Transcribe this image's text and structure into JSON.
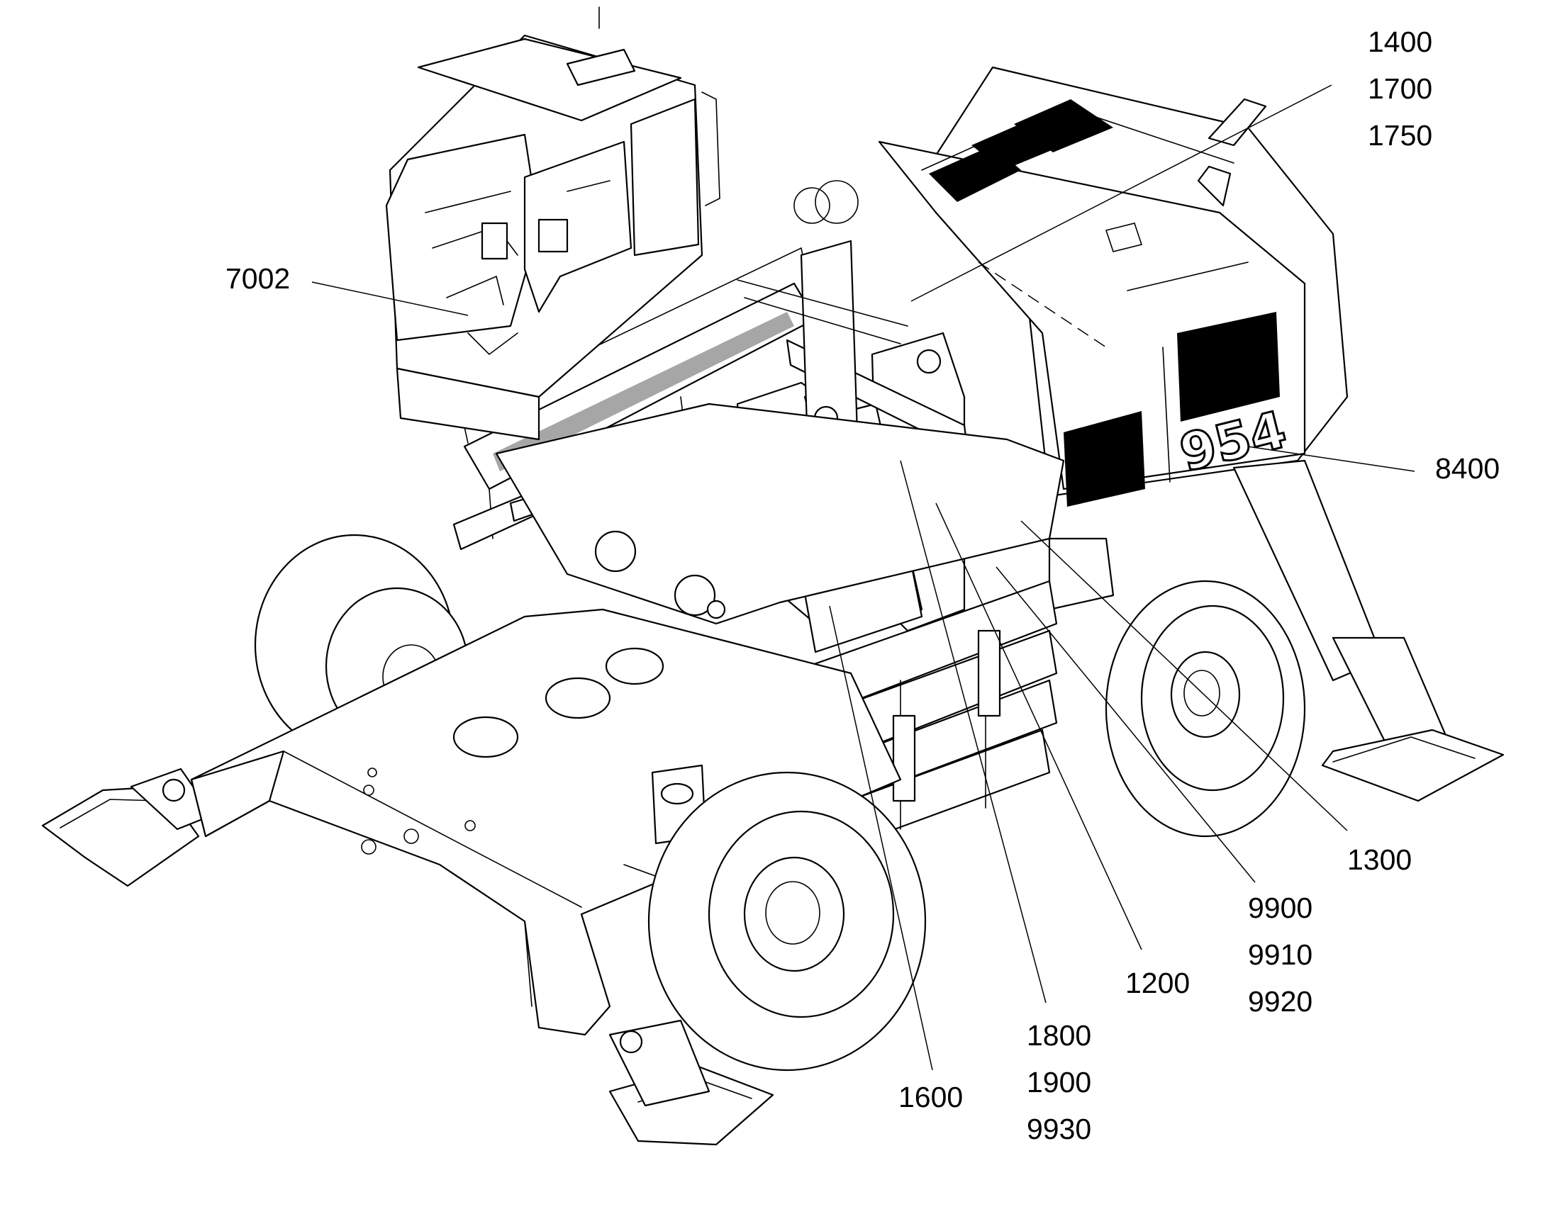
{
  "callouts": [
    {
      "id": "c1",
      "labels": [
        "1400",
        "1700",
        "1750"
      ]
    },
    {
      "id": "c2",
      "labels": [
        "7002"
      ]
    },
    {
      "id": "c3",
      "labels": [
        "8400"
      ]
    },
    {
      "id": "c4",
      "labels": [
        "1300"
      ]
    },
    {
      "id": "c5",
      "labels": [
        "9900",
        "9910",
        "9920"
      ]
    },
    {
      "id": "c6",
      "labels": [
        "1200"
      ]
    },
    {
      "id": "c7",
      "labels": [
        "1800",
        "1900",
        "9930"
      ]
    },
    {
      "id": "c8",
      "labels": [
        "1600"
      ]
    }
  ],
  "machine_marking": "954"
}
